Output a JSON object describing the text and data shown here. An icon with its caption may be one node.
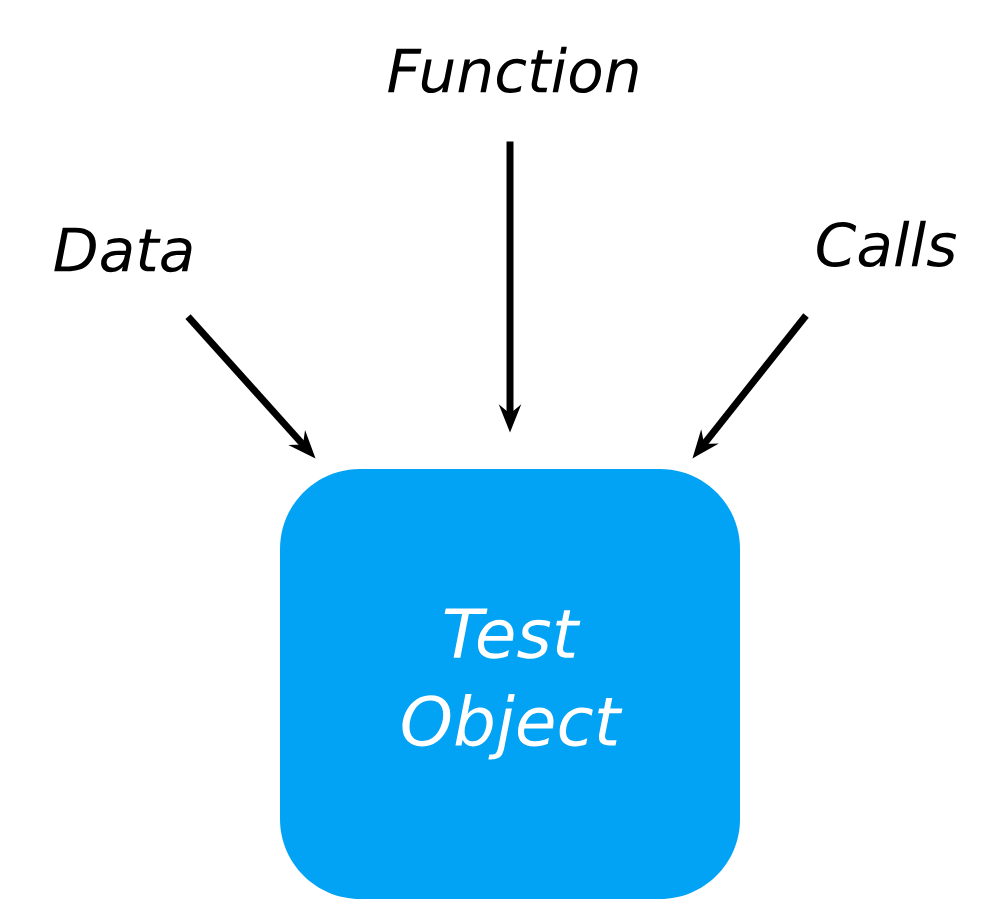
{
  "diagram": {
    "nodes": [
      {
        "text": [
          "Data"
        ]
      },
      {
        "text": [
          "Function"
        ]
      },
      {
        "text": [
          "Calls"
        ]
      },
      {
        "text": [
          "Test Object"
        ]
      }
    ],
    "edges": [
      {
        "from": 0,
        "to": 3,
        "arrow": "to"
      },
      {
        "from": 1,
        "to": 3,
        "arrow": "to"
      },
      {
        "from": 2,
        "to": 3,
        "arrow": "to"
      }
    ]
  }
}
